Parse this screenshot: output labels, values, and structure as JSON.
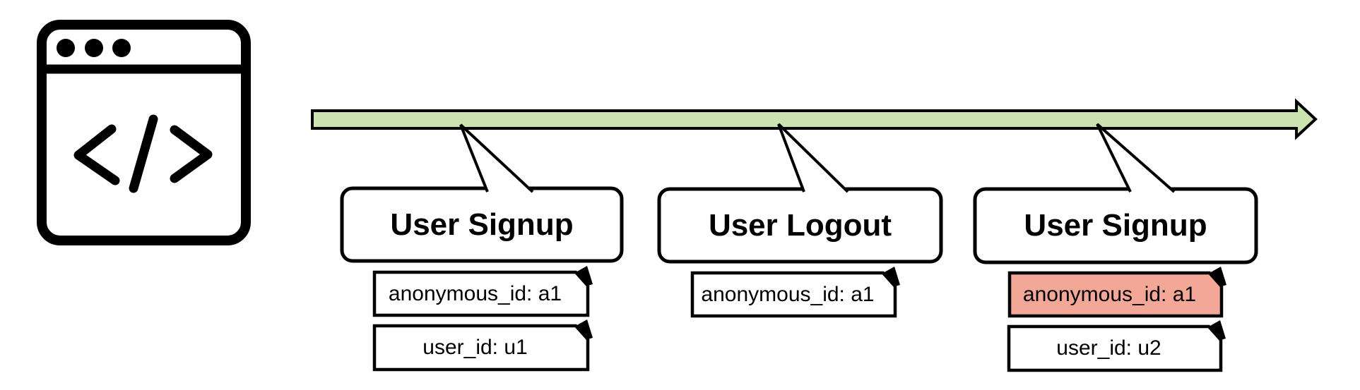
{
  "diagram": {
    "description": "Timeline of analytics events emitted from a website, showing anonymous_id / user_id values per event",
    "browser_icon": {
      "glyph": "</>"
    },
    "timeline": {
      "direction": "right"
    }
  },
  "colors": {
    "timeline_green": "#cde2b1",
    "note_highlight": "#f3a897",
    "note_default": "#ffffff",
    "box_fill": "#ffffff",
    "stroke": "#000000"
  },
  "events": [
    {
      "title": "User Signup",
      "notes": [
        {
          "text": "anonymous_id: a1",
          "highlighted": false
        },
        {
          "text": "user_id: u1",
          "highlighted": false
        }
      ]
    },
    {
      "title": "User Logout",
      "notes": [
        {
          "text": "anonymous_id: a1",
          "highlighted": false
        }
      ]
    },
    {
      "title": "User Signup",
      "notes": [
        {
          "text": "anonymous_id: a1",
          "highlighted": true
        },
        {
          "text": "user_id: u2",
          "highlighted": false
        }
      ]
    }
  ]
}
